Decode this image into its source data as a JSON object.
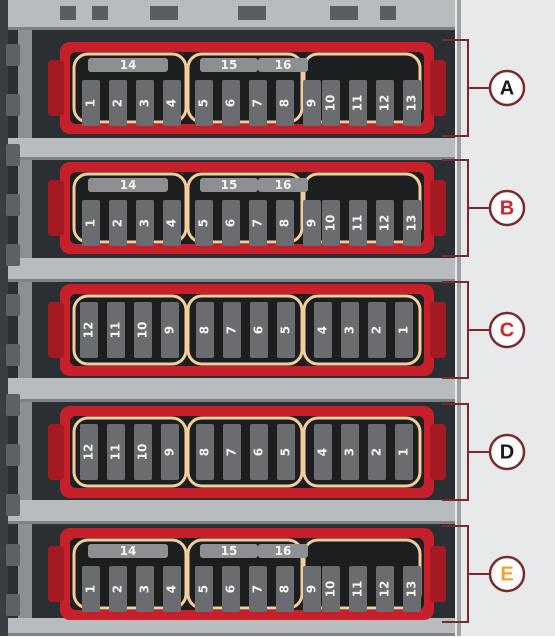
{
  "colors": {
    "panel_dark": "#2b2f33",
    "panel_rail": "#b9bcbf",
    "block_red": "#c8202a",
    "slot_cream": "#f2cf9a",
    "fuse_grey": "#6a6c6f",
    "fuse_text": "#f4f4f4",
    "label_dark": "#1a1a1a",
    "label_red": "#d3252b",
    "label_orange": "#f0a030",
    "bracket": "#7a2a2a"
  },
  "modules": [
    {
      "label": "A",
      "label_color": "#1a1a1a",
      "layout": "numbered",
      "top_labels": [
        "14",
        "15",
        "16"
      ],
      "fuses": [
        "1",
        "2",
        "3",
        "4",
        "5",
        "6",
        "7",
        "8",
        "9",
        "10",
        "11",
        "12",
        "13"
      ]
    },
    {
      "label": "B",
      "label_color": "#d3252b",
      "layout": "numbered",
      "top_labels": [
        "14",
        "15",
        "16"
      ],
      "fuses": [
        "1",
        "2",
        "3",
        "4",
        "5",
        "6",
        "7",
        "8",
        "9",
        "10",
        "11",
        "12",
        "13"
      ]
    },
    {
      "label": "C",
      "label_color": "#d3252b",
      "layout": "relay",
      "top_labels": [],
      "fuses": [
        "12",
        "11",
        "10",
        "9",
        "8",
        "7",
        "6",
        "5",
        "4",
        "3",
        "2",
        "1"
      ]
    },
    {
      "label": "D",
      "label_color": "#1a1a1a",
      "layout": "relay",
      "top_labels": [],
      "fuses": [
        "12",
        "11",
        "10",
        "9",
        "8",
        "7",
        "6",
        "5",
        "4",
        "3",
        "2",
        "1"
      ]
    },
    {
      "label": "E",
      "label_color": "#f0a030",
      "layout": "numbered",
      "top_labels": [
        "14",
        "15",
        "16"
      ],
      "fuses": [
        "1",
        "2",
        "3",
        "4",
        "5",
        "6",
        "7",
        "8",
        "9",
        "10",
        "11",
        "12",
        "13"
      ]
    }
  ]
}
